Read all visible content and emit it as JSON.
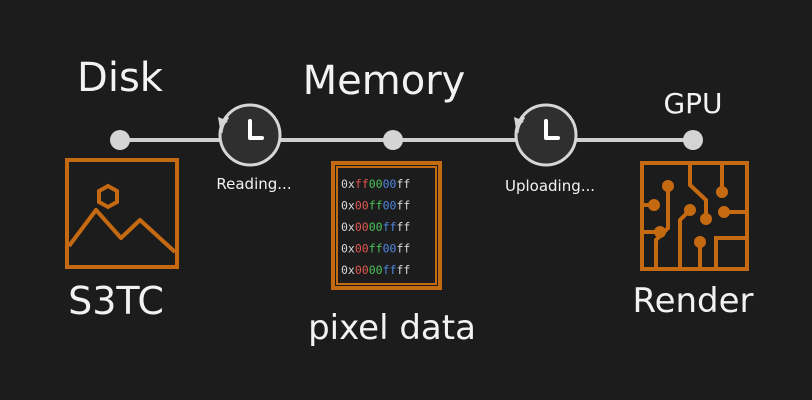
{
  "colors": {
    "background": "#1c1c1c",
    "line": "#cfcfcf",
    "node": "#d4d4d4",
    "text": "#f2f2f2",
    "frame": "#c66a12",
    "clock_face": "#2f2f2f",
    "clock_border": "#d6d6d6",
    "hex_prefix": "#d8d8d8",
    "hex_red": "#e0574f",
    "hex_green": "#4cc25a",
    "hex_blue": "#4f86e0"
  },
  "stages": {
    "disk": {
      "title": "Disk",
      "caption": "S3TC",
      "icon": "image-icon"
    },
    "memory": {
      "title": "Memory",
      "caption": "pixel data",
      "icon": "pixel-grid-icon"
    },
    "gpu": {
      "title": "GPU",
      "caption": "Render",
      "icon": "circuit-chip-icon"
    }
  },
  "transitions": {
    "reading": {
      "label": "Reading...",
      "icon": "clock-icon"
    },
    "uploading": {
      "label": "Uploading...",
      "icon": "clock-icon"
    }
  },
  "pixel_rows": [
    {
      "prefix": "0x",
      "parts": [
        [
          "ff",
          "red"
        ],
        [
          "00",
          "green"
        ],
        [
          "00",
          "blue"
        ],
        [
          "ff",
          "prefix"
        ]
      ]
    },
    {
      "prefix": "0x",
      "parts": [
        [
          "00",
          "red"
        ],
        [
          "ff",
          "green"
        ],
        [
          "00",
          "blue"
        ],
        [
          "ff",
          "prefix"
        ]
      ]
    },
    {
      "prefix": "0x",
      "parts": [
        [
          "00",
          "red"
        ],
        [
          "00",
          "green"
        ],
        [
          "ff",
          "blue"
        ],
        [
          "ff",
          "prefix"
        ]
      ]
    },
    {
      "prefix": "0x",
      "parts": [
        [
          "00",
          "red"
        ],
        [
          "ff",
          "green"
        ],
        [
          "00",
          "blue"
        ],
        [
          "ff",
          "prefix"
        ]
      ]
    },
    {
      "prefix": "0x",
      "parts": [
        [
          "00",
          "red"
        ],
        [
          "00",
          "green"
        ],
        [
          "ff",
          "blue"
        ],
        [
          "ff",
          "prefix"
        ]
      ]
    }
  ]
}
